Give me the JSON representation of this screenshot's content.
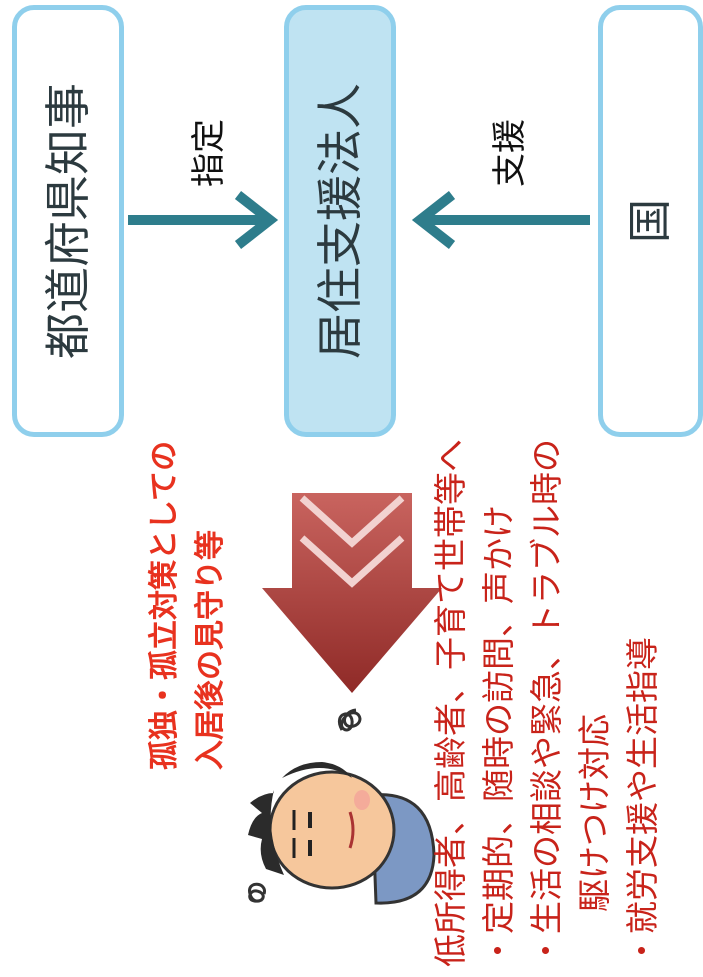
{
  "boxes": {
    "governor": "都道府県知事",
    "corporation": "居住支援法人",
    "state": "国"
  },
  "arrows": {
    "designation": "指定",
    "support": "支援"
  },
  "headline": {
    "line1": "孤独・孤立対策としての",
    "line2": "入居後の見守り等"
  },
  "services": {
    "intro": "低所得者、高齢者、子育て世帯等へ",
    "item1": "・定期的、随時の訪問、声かけ",
    "item2": "・生活の相談や緊急、トラブル時の",
    "item2_cont": "駆けつけ対応",
    "item3": "・就労支援や生活指導"
  },
  "colors": {
    "box_border": "#8fcfec",
    "box_fill_center": "#bfe3f2",
    "arrow": "#2e7d8c",
    "headline": "#e8321f",
    "body_text": "#c8231a",
    "big_arrow": "#a83a36"
  },
  "icons": [
    "worried-person-icon",
    "scribble-icon",
    "down-chevron-arrow-icon"
  ]
}
